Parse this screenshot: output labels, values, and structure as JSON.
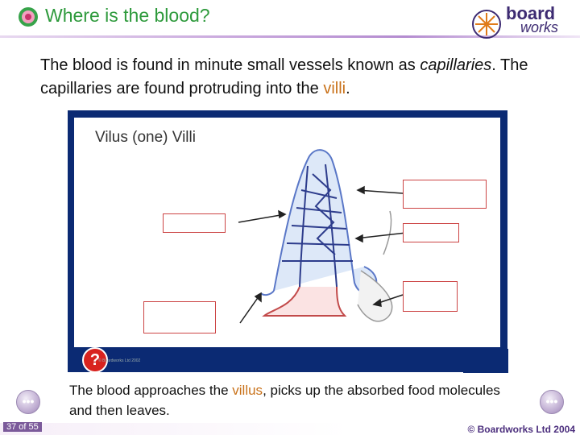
{
  "header": {
    "title": "Where is the blood?",
    "logo_word1": "board",
    "logo_word2": "works"
  },
  "intro": {
    "part1": "The blood is found in minute small vessels known as ",
    "part2": "capillaries",
    "part3": ". The capillaries are found protruding into the ",
    "part4": "villi",
    "part5": "."
  },
  "panel": {
    "title": "Vilus (one) Villi",
    "copyright": "© Boardworks Ltd 2002",
    "help_label": "?"
  },
  "caption": {
    "part1": "The blood approaches the ",
    "part2": "villus",
    "part3": ", picks up the absorbed food molecules and then leaves."
  },
  "footer": {
    "slide_number": "37 of 55",
    "copyright": "© Boardworks Ltd 2004"
  },
  "colors": {
    "title": "#2e9a3c",
    "highlight": "#c9721a",
    "panel_frame": "#0b2a73",
    "label_box": "#cc4444"
  }
}
